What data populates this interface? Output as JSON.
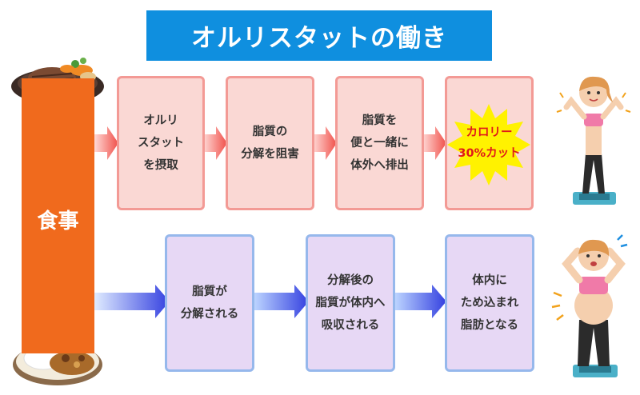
{
  "title": "オルリスタットの働き",
  "meal": {
    "label": "食事"
  },
  "top_row": [
    {
      "text": "オルリ\nスタット\nを摂取"
    },
    {
      "text": "脂質の\n分解を阻害"
    },
    {
      "text": "脂質を\n便と一緒に\n体外へ排出"
    },
    {
      "text": "カロリー\n30%カット"
    }
  ],
  "bottom_row": [
    {
      "text": "脂質が\n分解される"
    },
    {
      "text": "分解後の\n脂質が体内へ\n吸収される"
    },
    {
      "text": "体内に\nため込まれ\n脂肪となる"
    }
  ],
  "colors": {
    "title_bg": "#0f8fdf",
    "meal_bar": "#f06a1d",
    "pink_arrow": "#f0504a",
    "blue_arrow": "#3440e0",
    "burst": "#fff200"
  }
}
